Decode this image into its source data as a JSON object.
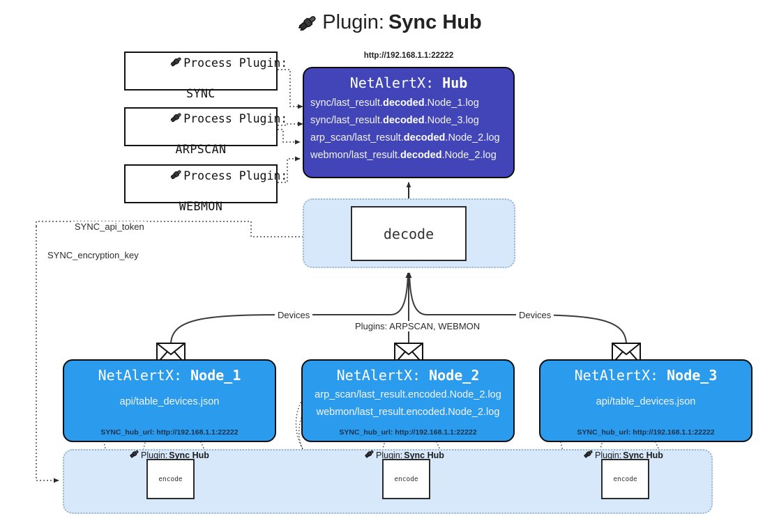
{
  "title": {
    "icon": "plug-icon",
    "prefix": "Plugin:",
    "name": "Sync Hub"
  },
  "process_plugins": [
    {
      "icon": "plug-icon",
      "line1": "Process Plugin:",
      "line2": "SYNC"
    },
    {
      "icon": "plug-icon",
      "line1": "Process Plugin:",
      "line2": "ARPSCAN"
    },
    {
      "icon": "plug-icon",
      "line1": "Process Plugin:",
      "line2": "WEBMON"
    }
  ],
  "hub": {
    "url": "http://192.168.1.1:22222",
    "title_prefix": "NetAlertX:",
    "title_name": "Hub",
    "lines": [
      {
        "pre": "sync/last_result.",
        "bold": "decoded",
        "post": ".Node_1.log"
      },
      {
        "pre": "sync/last_result.",
        "bold": "decoded",
        "post": ".Node_3.log"
      },
      {
        "pre": "arp_scan/last_result.",
        "bold": "decoded",
        "post": ".Node_2.log"
      },
      {
        "pre": "webmon/last_result.",
        "bold": "decoded",
        "post": ".Node_2.log"
      }
    ]
  },
  "decode": {
    "label": "decode"
  },
  "settings_edges": {
    "api_token": "SYNC_api_token",
    "encryption_key": "SYNC_encryption_key"
  },
  "flow_labels": {
    "devices_left": "Devices",
    "devices_right": "Devices",
    "plugins": "Plugins: ARPSCAN, WEBMON"
  },
  "nodes": [
    {
      "icon": "envelope-icon",
      "title_prefix": "NetAlertX:",
      "title_name": "Node_1",
      "lines": [
        "api/table_devices.json"
      ],
      "footer": "SYNC_hub_url: http://192.168.1.1:22222"
    },
    {
      "icon": "envelope-icon",
      "title_prefix": "NetAlertX:",
      "title_name": "Node_2",
      "lines": [
        "arp_scan/last_result.encoded.Node_2.log",
        "webmon/last_result.encoded.Node_2.log"
      ],
      "footer": "SYNC_hub_url: http://192.168.1.1:22222"
    },
    {
      "icon": "envelope-icon",
      "title_prefix": "NetAlertX:",
      "title_name": "Node_3",
      "lines": [
        "api/table_devices.json"
      ],
      "footer": "SYNC_hub_url: http://192.168.1.1:22222"
    }
  ],
  "encode_plugins": [
    {
      "icon": "plug-icon",
      "caption_prefix": "Plugin:",
      "caption_name": "Sync Hub",
      "label": "encode"
    },
    {
      "icon": "plug-icon",
      "caption_prefix": "Plugin:",
      "caption_name": "Sync Hub",
      "label": "encode"
    },
    {
      "icon": "plug-icon",
      "caption_prefix": "Plugin:",
      "caption_name": "Sync Hub",
      "label": "encode"
    }
  ],
  "colors": {
    "hub": "#4145b8",
    "node": "#2b9bee",
    "zone": "#d7e8fb",
    "stroke": "#2b2b2b"
  }
}
